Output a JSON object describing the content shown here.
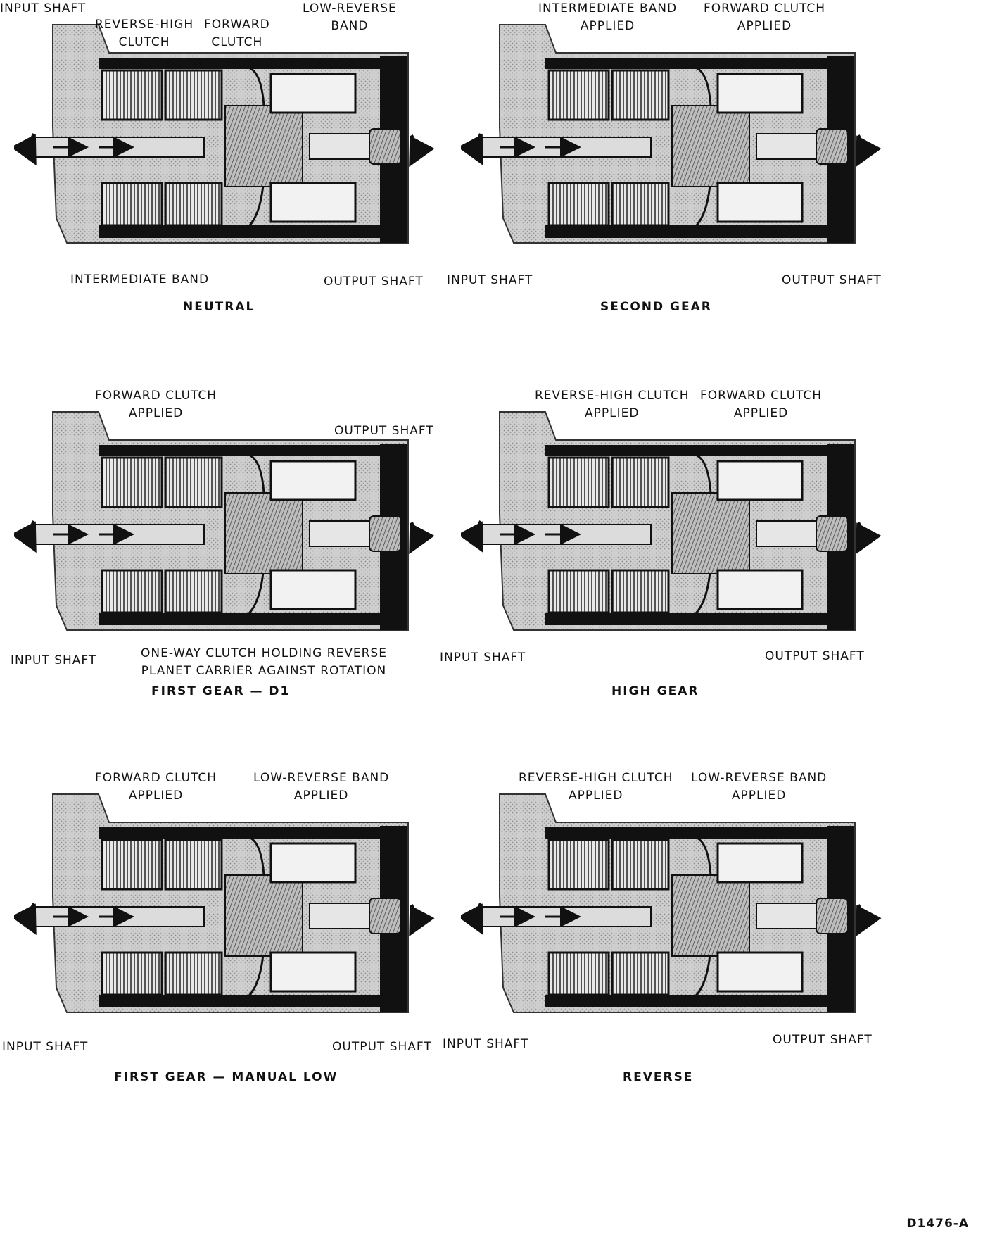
{
  "panels": {
    "neutral": {
      "title": "NEUTRAL",
      "labels": {
        "input_shaft": "INPUT SHAFT",
        "reverse_high": [
          "REVERSE-HIGH",
          "CLUTCH"
        ],
        "forward": [
          "FORWARD",
          "CLUTCH"
        ],
        "low_reverse": [
          "LOW-REVERSE",
          "BAND"
        ],
        "intermediate_band": "INTERMEDIATE BAND",
        "output_shaft": "OUTPUT SHAFT"
      }
    },
    "second": {
      "title": "SECOND GEAR",
      "labels": {
        "intermediate": [
          "INTERMEDIATE BAND",
          "APPLIED"
        ],
        "forward": [
          "FORWARD CLUTCH",
          "APPLIED"
        ],
        "input_shaft": "INPUT SHAFT",
        "output_shaft": "OUTPUT SHAFT"
      }
    },
    "first_d1": {
      "title": "FIRST GEAR — D1",
      "labels": {
        "forward": [
          "FORWARD CLUTCH",
          "APPLIED"
        ],
        "output_shaft": "OUTPUT SHAFT",
        "input_shaft": "INPUT SHAFT",
        "one_way": [
          "ONE-WAY CLUTCH HOLDING REVERSE",
          "PLANET CARRIER AGAINST ROTATION"
        ]
      }
    },
    "high": {
      "title": "HIGH GEAR",
      "labels": {
        "reverse_high": [
          "REVERSE-HIGH CLUTCH",
          "APPLIED"
        ],
        "forward": [
          "FORWARD CLUTCH",
          "APPLIED"
        ],
        "input_shaft": "INPUT SHAFT",
        "output_shaft": "OUTPUT SHAFT"
      }
    },
    "manual_low": {
      "title": "FIRST GEAR — MANUAL LOW",
      "labels": {
        "forward": [
          "FORWARD CLUTCH",
          "APPLIED"
        ],
        "low_reverse": [
          "LOW-REVERSE BAND",
          "APPLIED"
        ],
        "input_shaft": "INPUT SHAFT",
        "output_shaft": "OUTPUT SHAFT"
      }
    },
    "reverse": {
      "title": "REVERSE",
      "labels": {
        "reverse_high": [
          "REVERSE-HIGH CLUTCH",
          "APPLIED"
        ],
        "low_reverse": [
          "LOW-REVERSE BAND",
          "APPLIED"
        ],
        "input_shaft": "INPUT SHAFT",
        "output_shaft": "OUTPUT SHAFT"
      }
    }
  },
  "figure_code": "D1476-A"
}
